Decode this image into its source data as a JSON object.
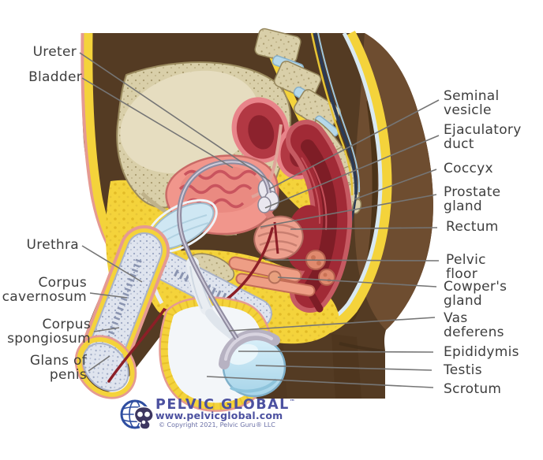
{
  "figure": {
    "type": "anatomical-diagram",
    "subject": "Male pelvis, sagittal section",
    "labels": [
      {
        "id": "ureter",
        "line1": "Ureter",
        "line2": ""
      },
      {
        "id": "bladder",
        "line1": "Bladder",
        "line2": ""
      },
      {
        "id": "urethra",
        "line1": "Urethra",
        "line2": ""
      },
      {
        "id": "corpus-cavernosum",
        "line1": "Corpus",
        "line2": "cavernosum"
      },
      {
        "id": "corpus-spongiosum",
        "line1": "Corpus",
        "line2": "spongiosum"
      },
      {
        "id": "glans-of-penis",
        "line1": "Glans of",
        "line2": "penis"
      },
      {
        "id": "seminal-vesicle",
        "line1": "Seminal",
        "line2": "vesicle"
      },
      {
        "id": "ejaculatory-duct",
        "line1": "Ejaculatory",
        "line2": "duct"
      },
      {
        "id": "coccyx",
        "line1": "Coccyx",
        "line2": ""
      },
      {
        "id": "prostate-gland",
        "line1": "Prostate",
        "line2": "gland"
      },
      {
        "id": "rectum",
        "line1": "Rectum",
        "line2": ""
      },
      {
        "id": "pelvic-floor",
        "line1": "Pelvic",
        "line2": "floor"
      },
      {
        "id": "cowpers-gland",
        "line1": "Cowper's",
        "line2": "gland"
      },
      {
        "id": "vas-deferens",
        "line1": "Vas",
        "line2": "deferens"
      },
      {
        "id": "epididymis",
        "line1": "Epididymis",
        "line2": ""
      },
      {
        "id": "testis",
        "line1": "Testis",
        "line2": ""
      },
      {
        "id": "scrotum",
        "line1": "Scrotum",
        "line2": ""
      }
    ]
  },
  "logo": {
    "icon": "globe-pelvis-icon",
    "name": "PELVIC GLOBAL",
    "mark": "™",
    "url": "www.pelvicglobal.com",
    "copyright": "© Copyright 2021, Pelvic Guru® LLC"
  },
  "colors": {
    "label_text": "#3e3e3e",
    "leader_line": "#757575",
    "body_brown": "#543b23",
    "buttock_brown": "#6e4d30",
    "fat_yellow": "#f4d33b",
    "skin_pink": "#e59a92",
    "bone_beige": "#d9cfa9",
    "disc_blue": "#b5d8ea",
    "organ_red": "#a12a36",
    "bladder_pink": "#f1968c",
    "testis_blue": "#c8e7f4",
    "logo_blue": "#4c51a0"
  }
}
